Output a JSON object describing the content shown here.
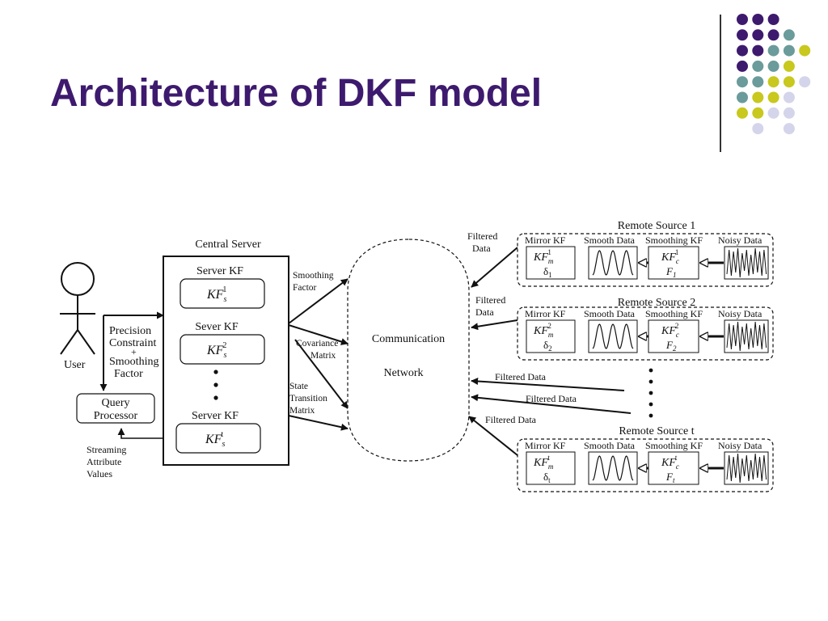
{
  "slide": {
    "title": "Architecture of DKF model"
  },
  "colors": {
    "title": "#3d1a6e",
    "dot_purple": "#3d1a6e",
    "dot_teal": "#6b9b9b",
    "dot_yellow": "#c8c81e",
    "dot_lavender": "#d4d4ea"
  },
  "decor": {
    "dot_grid": [
      [
        "dot_purple",
        "dot_purple",
        "dot_purple",
        null,
        null
      ],
      [
        "dot_purple",
        "dot_purple",
        "dot_purple",
        "dot_teal",
        null
      ],
      [
        "dot_purple",
        "dot_purple",
        "dot_teal",
        "dot_teal",
        "dot_yellow"
      ],
      [
        "dot_purple",
        "dot_teal",
        "dot_teal",
        "dot_yellow",
        null
      ],
      [
        "dot_teal",
        "dot_teal",
        "dot_yellow",
        "dot_yellow",
        "dot_lavender"
      ],
      [
        "dot_teal",
        "dot_yellow",
        "dot_yellow",
        "dot_lavender",
        null
      ],
      [
        "dot_yellow",
        "dot_yellow",
        "dot_lavender",
        "dot_lavender",
        null
      ],
      [
        null,
        "dot_lavender",
        null,
        "dot_lavender",
        null
      ]
    ]
  },
  "diagram": {
    "user": {
      "label": "User"
    },
    "user_links": {
      "precision_1": "Precision",
      "precision_2": "Constraint",
      "precision_plus": "+",
      "precision_3": "Smoothing",
      "precision_4": "Factor"
    },
    "query_processor": {
      "line1": "Query",
      "line2": "Processor"
    },
    "streaming": {
      "line1": "Streaming",
      "line2": "Attribute",
      "line3": "Values"
    },
    "central_server": {
      "title": "Central Server",
      "server_kf_1": {
        "label": "Server KF",
        "kf": "KF",
        "sub": "s",
        "sup": "1"
      },
      "server_kf_2": {
        "label": "Sever KF",
        "kf": "KF",
        "sub": "s",
        "sup": "2"
      },
      "server_kf_t": {
        "label": "Server KF",
        "kf": "KF",
        "sub": "s",
        "sup": "t"
      }
    },
    "server_links": {
      "smoothing_1": "Smoothing",
      "smoothing_2": "Factor",
      "covariance_1": "Covariance",
      "covariance_2": "Matrix",
      "state_1": "State",
      "state_2": "Transition",
      "state_3": "Matrix"
    },
    "network": {
      "line1": "Communication",
      "line2": "Network"
    },
    "filtered_links": {
      "top_1": "Filtered",
      "top_2": "Data",
      "mid_1": "Filtered",
      "mid_2": "Data",
      "row_1": "Filtered Data",
      "row_2": "Filtered Data",
      "row_3": "Filtered Data"
    },
    "remote_sources": [
      {
        "title": "Remote Source 1",
        "mirror_label": "Mirror KF",
        "smooth_label": "Smooth Data",
        "smoothing_label": "Smoothing KF",
        "noisy_label": "Noisy Data",
        "mirror_sup": "1",
        "mirror_sub": "m",
        "delta_sub": "1",
        "smoothing_sup": "1",
        "smoothing_sub": "c",
        "f_sub": "1",
        "kf": "KF",
        "delta": "δ",
        "f": "F"
      },
      {
        "title": "Remote Source 2",
        "mirror_label": "Mirror KF",
        "smooth_label": "Smooth Data",
        "smoothing_label": "Smoothing KF",
        "noisy_label": "Noisy Data",
        "mirror_sup": "2",
        "mirror_sub": "m",
        "delta_sub": "2",
        "smoothing_sup": "2",
        "smoothing_sub": "c",
        "f_sub": "2",
        "kf": "KF",
        "delta": "δ",
        "f": "F"
      },
      {
        "title": "Remote Source t",
        "mirror_label": "Mirror KF",
        "smooth_label": "Smooth Data",
        "smoothing_label": "Smoothing KF",
        "noisy_label": "Noisy Data",
        "mirror_sup": "t",
        "mirror_sub": "m",
        "delta_sub": "t",
        "smoothing_sup": "t",
        "smoothing_sub": "c",
        "f_sub": "t",
        "kf": "KF",
        "delta": "δ",
        "f": "F"
      }
    ]
  }
}
